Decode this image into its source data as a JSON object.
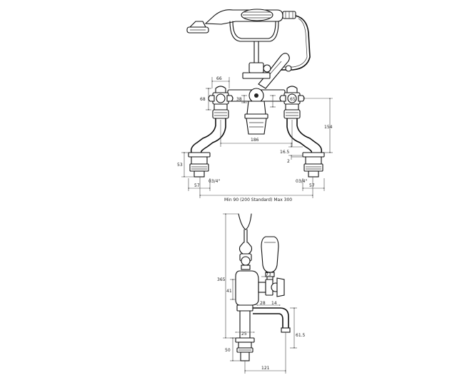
{
  "front_view": {
    "dimensions": {
      "width_66": "66",
      "height_68": "68",
      "offset_38": "38",
      "height_65": "65",
      "centres_186": "186",
      "height_154": "154",
      "height_16_5": "16.5",
      "gap_2": "2",
      "height_53": "53",
      "thread_left": "03/4\"",
      "thread_right": "03/4\"",
      "left_57": "57",
      "right_57": "57",
      "span_label": "Min 90 (200 Standard) Max 300"
    }
  },
  "side_view": {
    "dimensions": {
      "height_365": "365",
      "height_41": "41",
      "dim_73": "73",
      "dim_28_14": "28",
      "dim_14": "14",
      "dim_25": "25",
      "height_61_5": "61.5",
      "height_50": "50",
      "reach_121": "121"
    }
  },
  "icons": [
    "shower-handset-icon",
    "lever-handle-icon",
    "cross-handle-icon"
  ]
}
